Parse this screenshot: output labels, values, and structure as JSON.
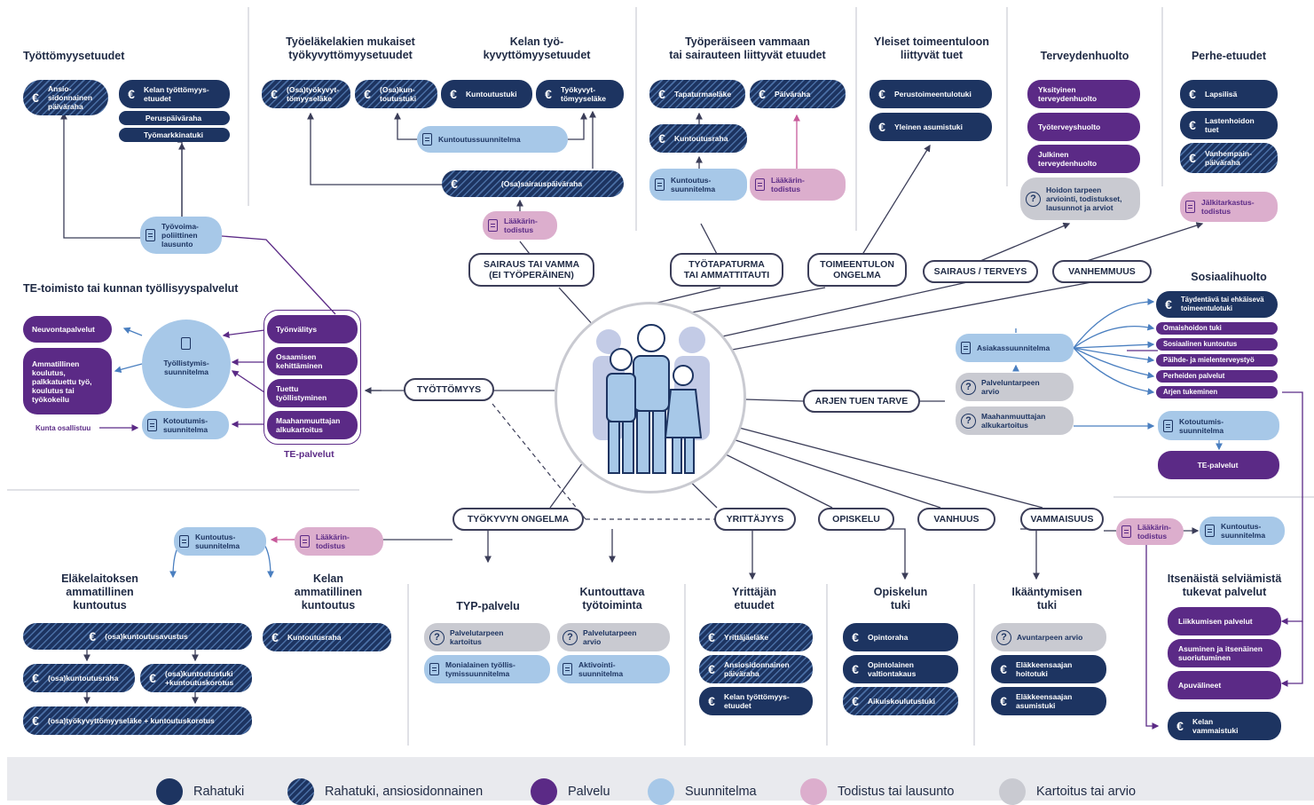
{
  "headers": {
    "tyottomyysetuudet": "Työttömyysetuudet",
    "tyoelake": "Työeläkelakien mukaiset\ntyökyvyttömyysetuudet",
    "kela_tk": "Kelan työ-\nkyvyttömyysetuudet",
    "tyoperainen": "Työperäiseen vammaan\ntai sairauteen liittyvät etuudet",
    "toimeentulo": "Yleiset toimeentuloon\nliittyvät tuet",
    "terveydenhuolto": "Terveydenhuolto",
    "perhe": "Perhe-etuudet",
    "te_toimisto": "TE-toimisto tai kunnan työllisyyspalvelut",
    "sosiaalihuolto": "Sosiaalihuolto",
    "elakelaitos": "Eläkelaitoksen\nammatillinen\nkuntoutus",
    "kela_amm": "Kelan\nammatillinen\nkuntoutus",
    "typ": "TYP-palvelu",
    "kuntouttava": "Kuntouttava\ntyötoiminta",
    "yrittajan": "Yrittäjän\netuudet",
    "opiskelun": "Opiskelun\ntuki",
    "ikaantymisen": "Ikääntymisen\ntuki",
    "itsenaista": "Itsenäistä selviämistä\ntukevat palvelut"
  },
  "categories": {
    "sairaus": "SAIRAUS TAI VAMMA\n(EI TYÖPERÄINEN)",
    "tyotapaturma": "TYÖTAPATURMA\nTAI AMMATTITAUTI",
    "toimeentulon": "TOIMEENTULON\nONGELMA",
    "sairaus_terveys": "SAIRAUS / TERVEYS",
    "vanhemmuus": "VANHEMMUUS",
    "tyottomyys": "TYÖTTÖMYYS",
    "arjen": "ARJEN TUEN TARVE",
    "tyokyvyn": "TYÖKYVYN ONGELMA",
    "yrittajyys": "YRITTÄJYYS",
    "opiskelu": "OPISKELU",
    "vanhuus": "VANHUUS",
    "vammaisuus": "VAMMAISUUS"
  },
  "boxes": {
    "ansiosidonnainen_pv": "Ansio-\nsidonnainen\npäiväraha",
    "kela_tyottomyys": "Kelan työttömyys-\netuudet",
    "peruspaivaraha": "Peruspäiväraha",
    "tyomarkkinatuki": "Työmarkkinatuki",
    "osatyokyvyttomyyselake": "(Osa)työkyvyt-\ntömyyseläke",
    "osakuntoutustuki": "(Osa)kun-\ntoutustuki",
    "kuntoutustuki": "Kuntoutustuki",
    "tyokyvyttomyyselake": "Työkyvyt-\ntömyyseläke",
    "kuntoutussuunnitelma1": "Kuntoutussuunnitelma",
    "osasairauspaivaraha": "(Osa)sairauspäiväraha",
    "laakarintodistus1": "Lääkärin-\ntodistus",
    "tapaturmaelake": "Tapaturmaeläke",
    "paivaraha": "Päiväraha",
    "kuntoutusraha1": "Kuntoutusraha",
    "kuntoutussuunnitelma2": "Kuntoutus-\nsuunnitelma",
    "laakarintodistus2": "Lääkärin-\ntodistus",
    "perustoimeentulotuki": "Perustoimeentulotuki",
    "yleinen_asumistuki": "Yleinen asumistuki",
    "yksityinen_th": "Yksityinen\nterveydenhuolto",
    "tyoterveyshuolto": "Työterveyshuolto",
    "julkinen_th": "Julkinen\nterveydenhuolto",
    "hoidon_tarpeen": "Hoidon tarpeen\narviointi, todistukset,\nlausunnot ja arviot",
    "lapsilisa": "Lapsilisä",
    "lastenhoidon_tuet": "Lastenhoidon\ntuet",
    "vanhempainpaivaraha": "Vanhempain-\npäiväraha",
    "jalkitarkastus": "Jälkitarkastus-\ntodistus",
    "tyovoimapoliittinen": "Työvoima-\npoliittinen\nlausunto",
    "neuvontapalvelut": "Neuvontapalvelut",
    "ammatillinen_koulutus": "Ammatillinen\nkoulutus,\npalkkatuettu työ,\nkoulutus tai\ntyökokeilu",
    "tyollistymissuunnitelma": "Työllistymis-\nsuunnitelma",
    "kotoutumissuunnitelma1": "Kotoutumis-\nsuunnitelma",
    "kunta_osallistuu": "Kunta osallistuu",
    "tyonvalitys": "Työnvälitys",
    "osaamisen_kehittaminen": "Osaamisen\nkehittäminen",
    "tuettu_tyollistyminen": "Tuettu\ntyöllistyminen",
    "maahanmuuttajan_alkukartoitus1": "Maahanmuuttajan\nalkukartoitus",
    "te_palvelut_label": "TE-palvelut",
    "taydentava": "Täydentävä tai ehkäisevä\ntoimeentulotuki",
    "omaishoidon_tuki": "Omaishoidon tuki",
    "sosiaalinen_kuntoutus": "Sosiaalinen kuntoutus",
    "paide": "Päihde- ja mielenterveystyö",
    "perheiden_palvelut": "Perheiden palvelut",
    "arjen_tukeminen": "Arjen tukeminen",
    "asiakassuunnitelma": "Asiakassuunnitelma",
    "palveluntarpeen_arvio": "Palveluntarpeen\narvio",
    "maahanmuuttajan_alkukartoitus2": "Maahanmuuttajan\nalkukartoitus",
    "kotoutumissuunnitelma2": "Kotoutumis-\nsuunnitelma",
    "te_palvelut_box": "TE-palvelut",
    "kuntoutussuunnitelma3": "Kuntoutus-\nsuunnitelma",
    "laakarintodistus3": "Lääkärin-\ntodistus",
    "osakuntoutusavustus": "(osa)kuntoutusavustus",
    "osakuntoutusraha": "(osa)kuntoutusraha",
    "osakuntoutustuki_korotus": "(osa)kuntoutustuki\n+kuntoutuskorotus",
    "osatyokyvyttomyyselake_korotus": "(osa)työkyvyttömyyseläke + kuntoutuskorotus",
    "kuntoutusraha2": "Kuntoutusraha",
    "palveluntarpeen_kartoitus": "Palvelutarpeen\nkartoitus",
    "monialainen": "Monialainen työllis-\ntymissuunnitelma",
    "palveluntarpeen_arvio2": "Palvelutarpeen\narvio",
    "aktivointi": "Aktivointi-\nsuunnitelma",
    "yrittajaelake": "Yrittäjäeläke",
    "ansiosidonnainen_pv2": "Ansiosidonnainen\npäiväraha",
    "kela_tyottomyys2": "Kelan työttömyys-\netuudet",
    "opintoraha": "Opintoraha",
    "opintolainen": "Opintolainen\nvaltiontakaus",
    "aikuiskoulutustuki": "Aikuiskoulutustuki",
    "avuntarpeen_arvio": "Avuntarpeen arvio",
    "elakkeensaajan_hoitotuki": "Eläkkeensaajan\nhoitotuki",
    "elakkeensaajan_asumistuki": "Eläkkeensaajan\nasumistuki",
    "laakarintodistus4": "Lääkärin-\ntodistus",
    "kuntoutussuunnitelma4": "Kuntoutus-\nsuunnitelma",
    "liikkumisen_palvelut": "Liikkumisen palvelut",
    "asuminen": "Asuminen ja itsenäinen\nsuoriutuminen",
    "apuvalineet": "Apuvälineet",
    "kelan_vammaistuki": "Kelan\nvammaistuki"
  },
  "legend": {
    "rahatuki": "Rahatuki",
    "rahatuki_ansio": "Rahatuki, ansiosidonnainen",
    "palvelu": "Palvelu",
    "suunnitelma": "Suunnitelma",
    "todistus": "Todistus tai lausunto",
    "kartoitus": "Kartoitus tai arvio"
  },
  "colors": {
    "rahatuki": "#1d3461",
    "palvelu": "#5b2a86",
    "suunnitelma": "#a7c8e8",
    "todistus": "#dcaecd",
    "kartoitus": "#c9cad1",
    "line": "#3b3d58"
  },
  "icons": {
    "euro": "€",
    "question": "?"
  }
}
